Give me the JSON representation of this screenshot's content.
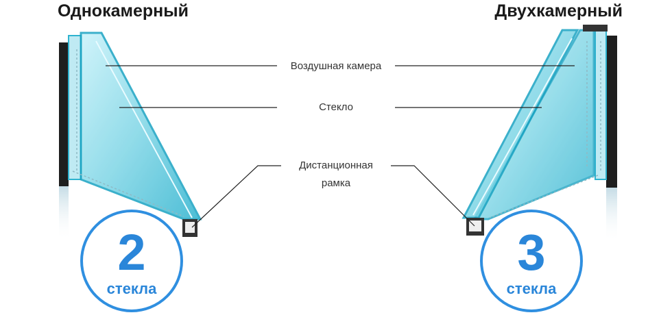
{
  "titles": {
    "left": "Однокамерный",
    "right": "Двухкамерный"
  },
  "labels": {
    "air_chamber": "Воздушная камера",
    "glass": "Стекло",
    "spacer_line1": "Дистанционная",
    "spacer_line2": "рамка"
  },
  "badges": {
    "left": {
      "number": "2",
      "word": "стекла"
    },
    "right": {
      "number": "3",
      "word": "стекла"
    }
  },
  "colors": {
    "accent": "#2f8fe0",
    "glass": "#7fd6e6",
    "frame": "#222222"
  }
}
